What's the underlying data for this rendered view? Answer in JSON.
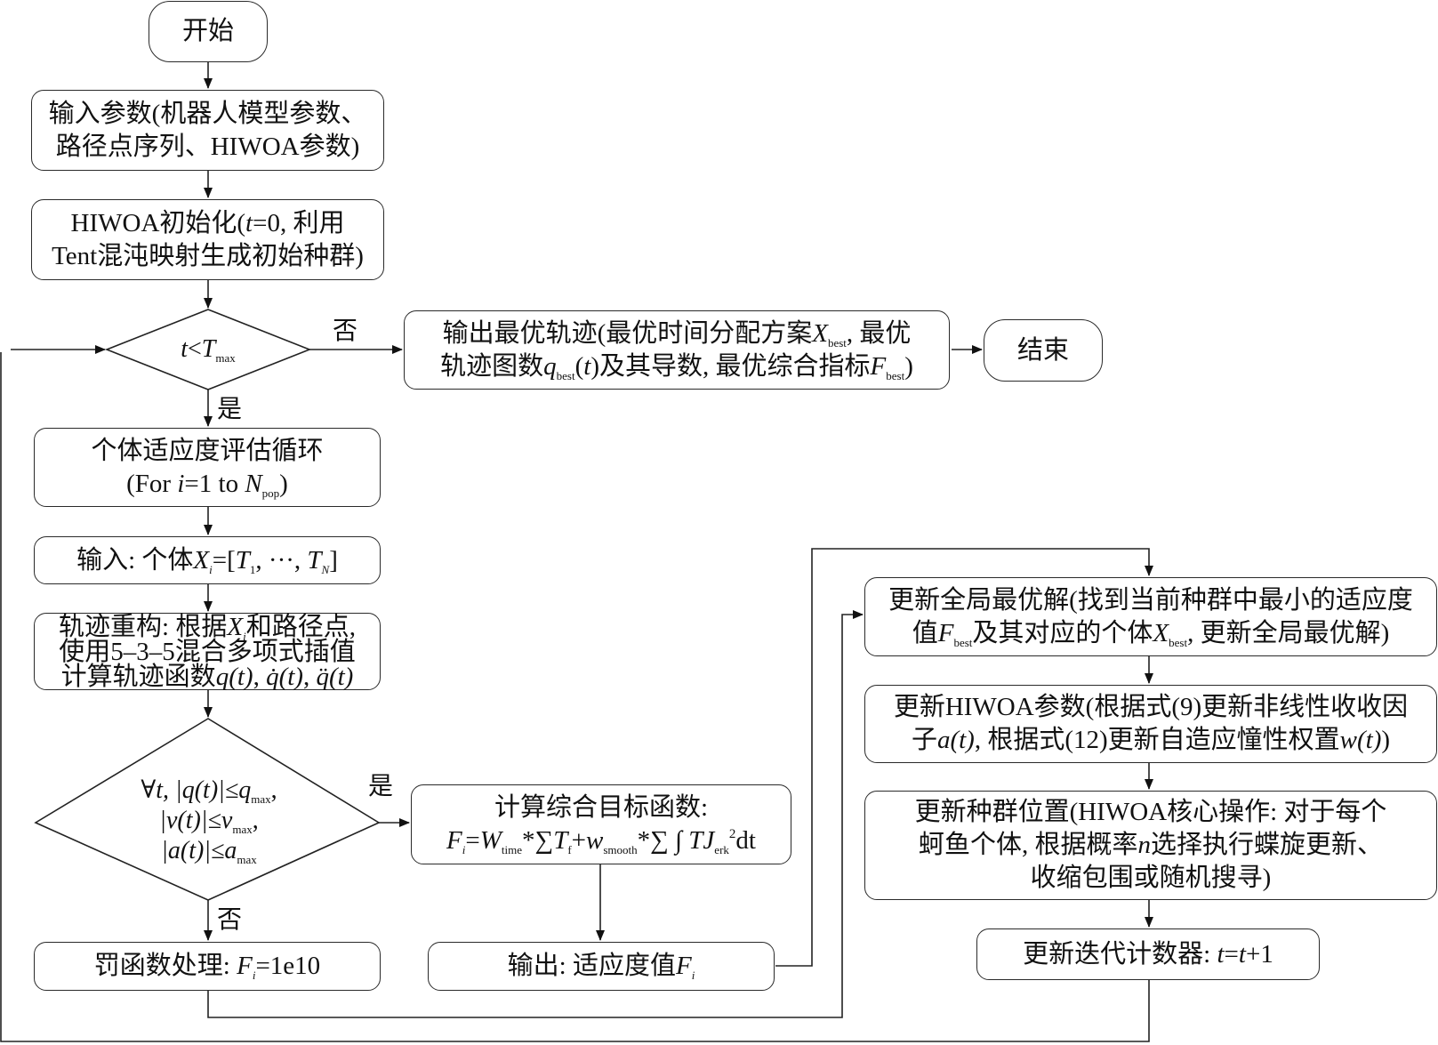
{
  "flowchart": {
    "start": {
      "label": "开始"
    },
    "input_params": {
      "line1": "输入参数(机器人模型参数、",
      "line2": "路径点序列、HIWOA参数)"
    },
    "init": {
      "l1_a": "HIWOA初始化(",
      "l1_var": "t",
      "l1_b": "=0, 利用",
      "line2": "Tent混沌映射生成初始种群)"
    },
    "loop_cond": {
      "var": "t",
      "op": "<",
      "T": "T",
      "sub": "max"
    },
    "output_best": {
      "l1_a": "输出最优轨迹(最优时间分配方案",
      "l1_X": "X",
      "l1_sub": "best",
      "l1_b": ", 最优",
      "l2_a": "轨迹图数",
      "l2_q": "q",
      "l2_sub": "best",
      "l2_b": "(",
      "l2_t": "t",
      "l2_c": ")及其导数, 最优综合指标",
      "l2_F": "F",
      "l2_sub2": "best",
      "l2_d": ")"
    },
    "end": {
      "label": "结束"
    },
    "eval_loop": {
      "line1": "个体适应度评估循环",
      "l2_a": "(For ",
      "l2_i": "i",
      "l2_b": "=1 to ",
      "l2_N": "N",
      "l2_sub": "pop",
      "l2_c": ")"
    },
    "input_ind": {
      "a": "输入: 个体",
      "X": "X",
      "xsub": "i",
      "b": "=[",
      "T1": "T",
      "t1sub": "1",
      "c": ", ···, ",
      "TN": "T",
      "tnsub": "N",
      "d": "]"
    },
    "reconstruct": {
      "l1_a": "轨迹重构: 根据",
      "l1_X": "X",
      "l1_sub": "i",
      "l1_b": "和路径点,",
      "line2": "使用5–3–5混合多项式插值",
      "l3_a": "计算轨迹函数",
      "l3_f1": "q(t)",
      "sep1": ", ",
      "l3_f2": "q̇(t)",
      "sep2": ", ",
      "l3_f3": "q̈(t)"
    },
    "constraint": {
      "line1": "∀t, |q(t)|≤q",
      "sub1": "max",
      "end1": ",",
      "line2": "|v(t)|≤v",
      "sub2": "max",
      "end2": ",",
      "line3": "|a(t)|≤a",
      "sub3": "max"
    },
    "objective": {
      "line1": "计算综合目标函数:",
      "F": "F",
      "Fsub": "i",
      "eq": "=",
      "W": "W",
      "Wsub": "time",
      "m1": "*∑",
      "T": "T",
      "Tsub": "f",
      "plus": "+",
      "w": "w",
      "wsub": "smooth",
      "m2": "*∑ ∫ ",
      "TJ": "TJ",
      "Jsub": "erk",
      "Jsup": "2",
      "dt": "dt"
    },
    "penalty": {
      "a": "罚函数处理: ",
      "F": "F",
      "Fsub": "i",
      "b": "=1e10"
    },
    "fitness_out": {
      "a": "输出: 适应度值",
      "F": "F",
      "Fsub": "i"
    },
    "update_global": {
      "line1": "更新全局最优解(找到当前种群中最小的适应度",
      "l2_a": "值",
      "l2_F": "F",
      "l2_sub": "best",
      "l2_b": "及其对应的个体",
      "l2_X": "X",
      "l2_sub2": "best",
      "l2_c": ", 更新全局最优解)"
    },
    "update_params": {
      "line1": "更新HIWOA参数(根据式(9)更新非线性收收因",
      "l2_a": "子",
      "l2_at": "a(t)",
      "l2_b": ", 根据式(12)更新自造应憧性权置",
      "l2_wt": "w(t)",
      "l2_c": ")"
    },
    "update_pop": {
      "line1": "更新种群位置(HIWOA核心操作: 对于每个",
      "l2_a": "蚵鱼个体, 根据概率",
      "l2_n": "n",
      "l2_b": "选择执行蝶旋更新、",
      "line3": "收缩包围或随机搜寻)"
    },
    "update_iter": {
      "a": "更新迭代计数器: ",
      "t1": "t",
      "eq": "=",
      "t2": "t",
      "b": "+1"
    },
    "labels": {
      "no1": "否",
      "yes1": "是",
      "yes2": "是",
      "no2": "否"
    }
  }
}
